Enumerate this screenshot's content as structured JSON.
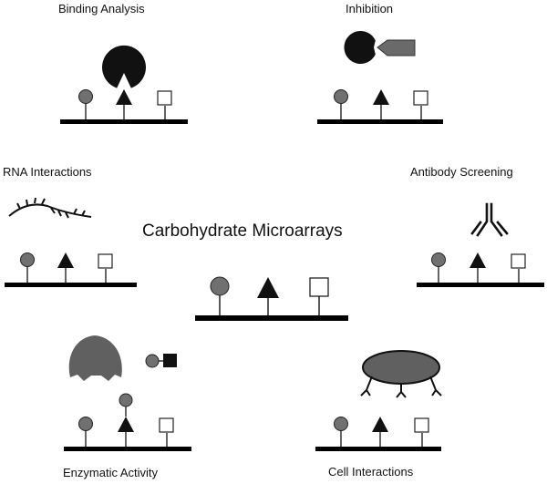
{
  "title": "Carbohydrate Microarrays",
  "applications": {
    "binding_analysis": "Binding Analysis",
    "inhibition": "Inhibition",
    "rna_interactions": "RNA Interactions",
    "antibody_screening": "Antibody Screening",
    "enzymatic_activity": "Enzymatic Activity",
    "cell_interactions": "Cell Interactions"
  },
  "colors": {
    "circle_fill": "#707070",
    "dark_shape": "#111111",
    "protein_gray": "#606060",
    "inhibitor_gray": "#6a6a6a",
    "slide_bar": "#000000",
    "square_fill": "#ffffff"
  }
}
